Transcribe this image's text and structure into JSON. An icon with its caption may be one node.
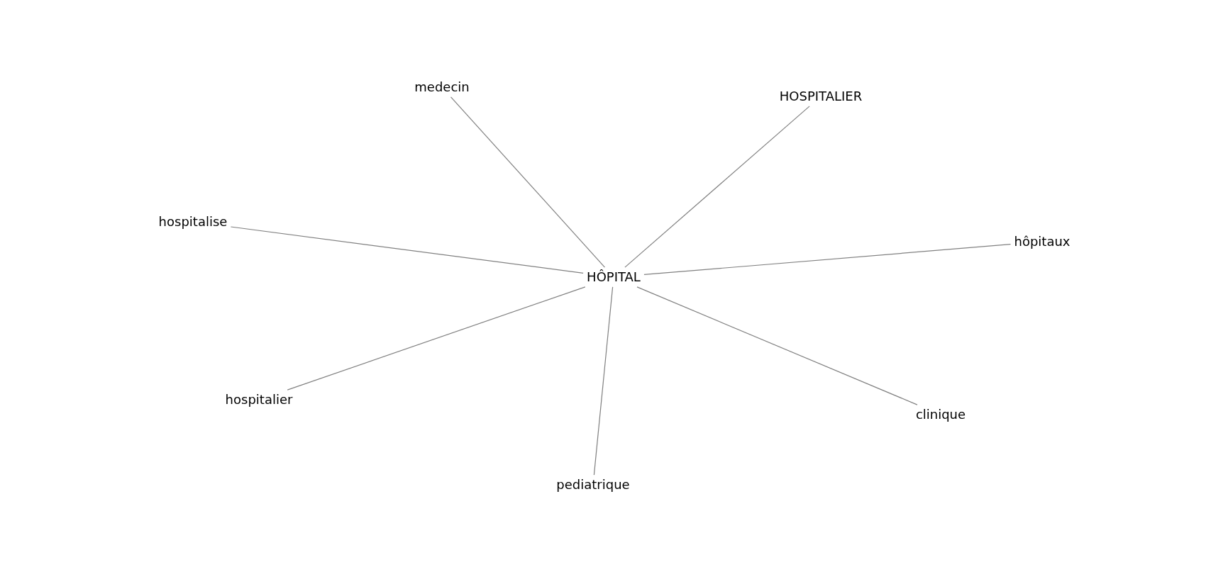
{
  "diagram": {
    "nodes": [
      {
        "text": [
          "HÔPITAL"
        ]
      },
      {
        "text": [
          "medecin"
        ]
      },
      {
        "text": [
          "HOSPITALIER"
        ]
      },
      {
        "text": [
          "hospitalise"
        ]
      },
      {
        "text": [
          "hôpitaux"
        ]
      },
      {
        "text": [
          "hospitalier"
        ]
      },
      {
        "text": [
          "clinique"
        ]
      },
      {
        "text": [
          "pediatrique"
        ]
      }
    ],
    "edges": [
      {
        "from": 0,
        "to": 1,
        "arrow": "none"
      },
      {
        "from": 0,
        "to": 2,
        "arrow": "none"
      },
      {
        "from": 0,
        "to": 3,
        "arrow": "none"
      },
      {
        "from": 0,
        "to": 4,
        "arrow": "none"
      },
      {
        "from": 0,
        "to": 5,
        "arrow": "none"
      },
      {
        "from": 0,
        "to": 6,
        "arrow": "none"
      },
      {
        "from": 0,
        "to": 7,
        "arrow": "none"
      }
    ]
  }
}
